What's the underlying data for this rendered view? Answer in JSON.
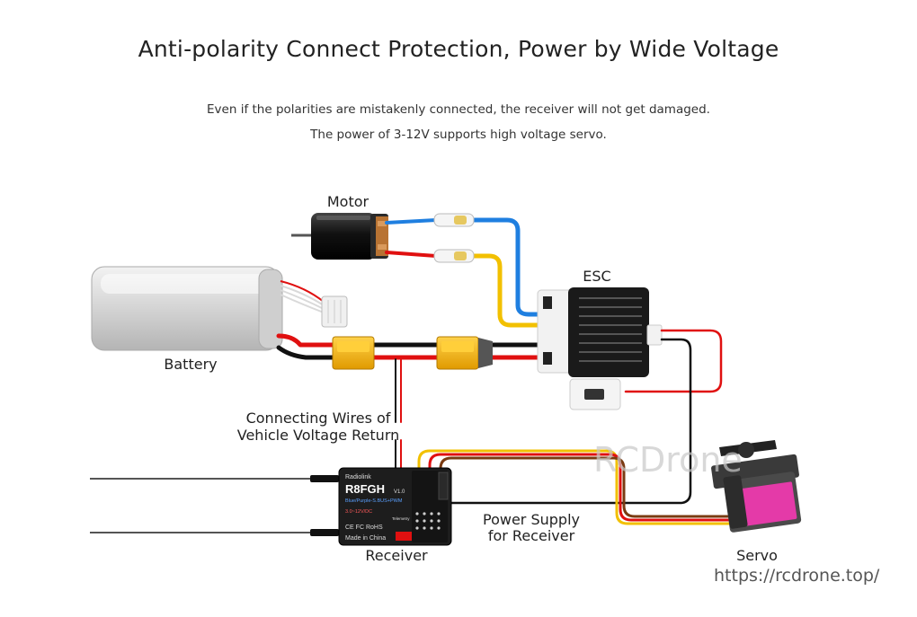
{
  "header": {
    "title": "Anti-polarity Connect Protection, Power by Wide Voltage",
    "subtitle_line1": "Even if the polarities are mistakenly connected, the receiver will not get damaged.",
    "subtitle_line2": "The power of 3-12V supports high voltage servo."
  },
  "labels": {
    "motor": "Motor",
    "esc": "ESC",
    "battery": "Battery",
    "connecting_line1": "Connecting Wires of",
    "connecting_line2": "Vehicle Voltage Return",
    "receiver": "Receiver",
    "power_line1": "Power Supply",
    "power_line2": "for Receiver",
    "servo": "Servo"
  },
  "receiver_print": {
    "brand": "Radiolink",
    "model": "R8FGH",
    "version": "V1.0",
    "protocol": "Blue/Purple-S.BUS+PWM",
    "voltage": "3.0~12V/DC",
    "telemetry": "Telemetry",
    "certs": "CE FC RoHS",
    "made_in": "Made in China"
  },
  "watermark": "RCDrone",
  "source_url": "https://rcdrone.top/",
  "colors": {
    "wire_blue": "#1f7fe0",
    "wire_yellow": "#f2c000",
    "wire_red": "#e01010",
    "wire_black": "#111111",
    "xt60_yellow": "#f5b800",
    "servo_pink": "#e43aa8"
  }
}
